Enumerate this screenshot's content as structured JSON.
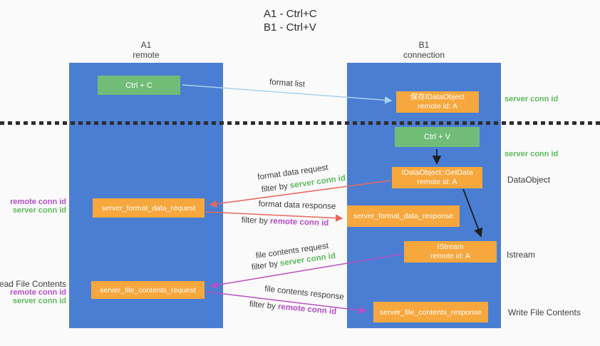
{
  "title": {
    "line1": "A1 - Ctrl+C",
    "line2": "B1 - Ctrl+V"
  },
  "columns": {
    "a": {
      "name": "A1",
      "subtitle": "remote"
    },
    "b": {
      "name": "B1",
      "subtitle": "connection"
    }
  },
  "nodes": {
    "ctrl_c": "Ctrl + C",
    "ctrl_v": "Ctrl + V",
    "save_dataobject": "保存IDataObject",
    "getdata": "IDataObject::GetData",
    "istream": "IStream",
    "remote_id": "remote id: A",
    "server_format_data_request": "server_format_data_request",
    "server_format_data_response": "server_format_data_response",
    "server_file_contents_request": "server_file_contents_request",
    "server_file_contents_response": "server_file_contents_response"
  },
  "arrow_labels": {
    "format_list": "format list",
    "format_data_request": "format data request",
    "format_data_response": "format data response",
    "file_contents_request": "file contents request",
    "file_contents_response": "file contents response",
    "filter_by": "filter by"
  },
  "side_labels": {
    "server_conn_id": "server conn id",
    "remote_conn_id": "remote conn id",
    "dataobject": "DataObject",
    "istream": "Istream",
    "read_file_contents": "Read File Contents",
    "write_file_contents": "Write File Contents"
  },
  "colors": {
    "column_blue": "#4a7ed2",
    "box_green": "#71bd78",
    "box_orange": "#f6a73d",
    "text_green": "#5cba5c",
    "text_purple": "#b44ec9",
    "arrow_red": "#e8685c",
    "arrow_purple": "#b950c5",
    "arrow_lightblue": "#a8d2ee",
    "arrow_black": "#1f1f1f"
  }
}
